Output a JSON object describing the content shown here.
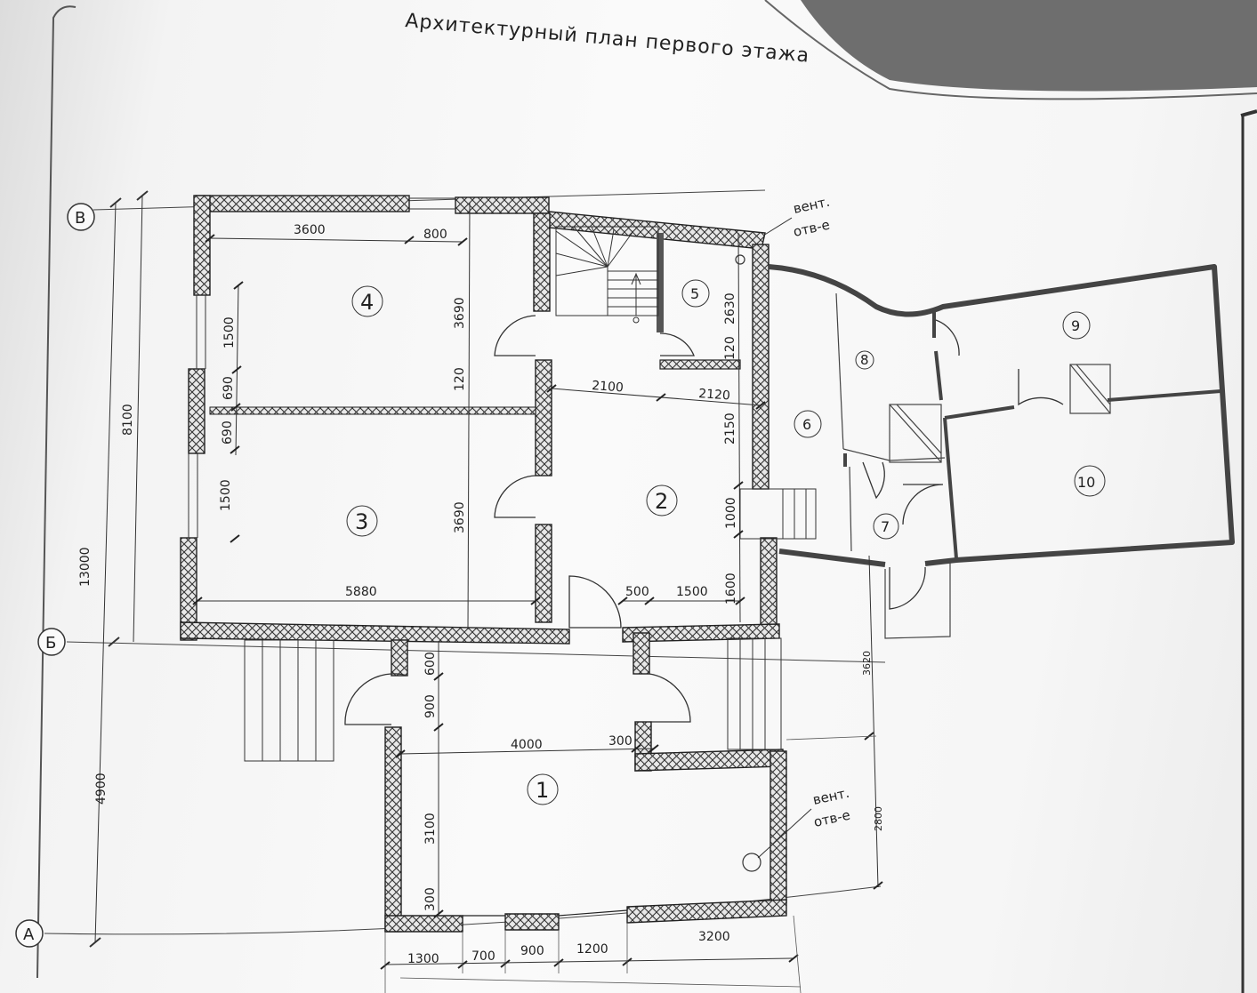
{
  "title": "Архитектурный план первого этажа",
  "axes": {
    "a": "А",
    "b": "Б",
    "v": "В"
  },
  "rooms": {
    "r1": "1",
    "r2": "2",
    "r3": "3",
    "r4": "4",
    "r5": "5",
    "r6": "6",
    "r7": "7",
    "r8": "8",
    "r9": "9",
    "r10": "10"
  },
  "vent": {
    "line1": "вент.",
    "line2": "отв-е"
  },
  "overall": {
    "total": "13000",
    "upper": "8100",
    "lower": "4900"
  },
  "dims": {
    "d3600": "3600",
    "d800": "800",
    "d3690a": "3690",
    "d120a": "120",
    "d3690b": "3690",
    "d1500a": "1500",
    "d690a": "690",
    "d690b": "690",
    "d1500b": "1500",
    "d2630": "2630",
    "d120b": "120",
    "d2100": "2100",
    "d2120": "2120",
    "d2150": "2150",
    "d1000": "1000",
    "d1600": "1600",
    "d5880": "5880",
    "d500": "500",
    "d1500c": "1500",
    "d600": "600",
    "d900a": "900",
    "d4000": "4000",
    "d300a": "300",
    "d3100": "3100",
    "d300b": "300",
    "d3620": "3620",
    "d2800": "2800",
    "b1300": "1300",
    "b700": "700",
    "b900": "900",
    "b1200": "1200",
    "b3200": "3200"
  }
}
